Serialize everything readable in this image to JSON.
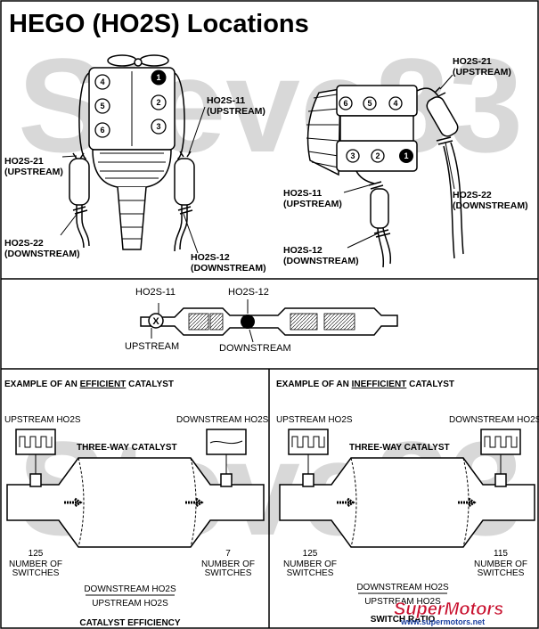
{
  "title": "HEGO (HO2S) Locations",
  "watermark": "Steve83",
  "top_left": {
    "cylinders": [
      "4",
      "5",
      "6",
      "1",
      "2",
      "3"
    ],
    "label_ho2s11": [
      "HO2S-11",
      "(UPSTREAM)"
    ],
    "label_ho2s21": [
      "HO2S-21",
      "(UPSTREAM)"
    ],
    "label_ho2s22": [
      "HO2S-22",
      "(DOWNSTREAM)"
    ],
    "label_ho2s12": [
      "HO2S-12",
      "(DOWNSTREAM)"
    ]
  },
  "top_right": {
    "cylinders": [
      "6",
      "5",
      "4",
      "3",
      "2",
      "1"
    ],
    "label_ho2s21": [
      "HO2S-21",
      "(UPSTREAM)"
    ],
    "label_ho2s11": [
      "HO2S-11",
      "(UPSTREAM)"
    ],
    "label_ho2s22": [
      "HO2S-22",
      "(DOWNSTREAM)"
    ],
    "label_ho2s12": [
      "HO2S-12",
      "(DOWNSTREAM)"
    ]
  },
  "middle": {
    "label_ho2s11": "HO2S-11",
    "label_ho2s12": "HO2S-12",
    "label_upstream": "UPSTREAM",
    "label_downstream": "DOWNSTREAM",
    "x_mark": "X"
  },
  "efficient": {
    "header_prefix": "EXAMPLE OF AN ",
    "header_emph": "EFFICIENT",
    "header_suffix": " CATALYST",
    "upstream": "UPSTREAM HO2S",
    "downstream": "DOWNSTREAM HO2S",
    "catalyst": "THREE-WAY CATALYST",
    "up_count": "125",
    "down_count": "7",
    "switches": [
      "NUMBER OF",
      "SWITCHES"
    ],
    "ratio_num": "DOWNSTREAM HO2S",
    "ratio_den": "UPSTREAM HO2S",
    "caption": "CATALYST EFFICIENCY"
  },
  "inefficient": {
    "header_prefix": "EXAMPLE OF AN ",
    "header_emph": "INEFFICIENT",
    "header_suffix": " CATALYST",
    "upstream": "UPSTREAM HO2S",
    "downstream": "DOWNSTREAM HO2S",
    "catalyst": "THREE-WAY CATALYST",
    "up_count": "125",
    "down_count": "115",
    "switches": [
      "NUMBER OF",
      "SWITCHES"
    ],
    "ratio_num": "DOWNSTREAM HO2S",
    "ratio_den": "UPSTREAM HO2S",
    "caption": "SWITCH RATIO"
  },
  "logo": {
    "brand": "SuperMotors",
    "url": "www.supermotors.net"
  },
  "colors": {
    "logo_red": "#c8102e",
    "logo_blue": "#1a3fa0",
    "watermark": "#d8d8d8"
  }
}
